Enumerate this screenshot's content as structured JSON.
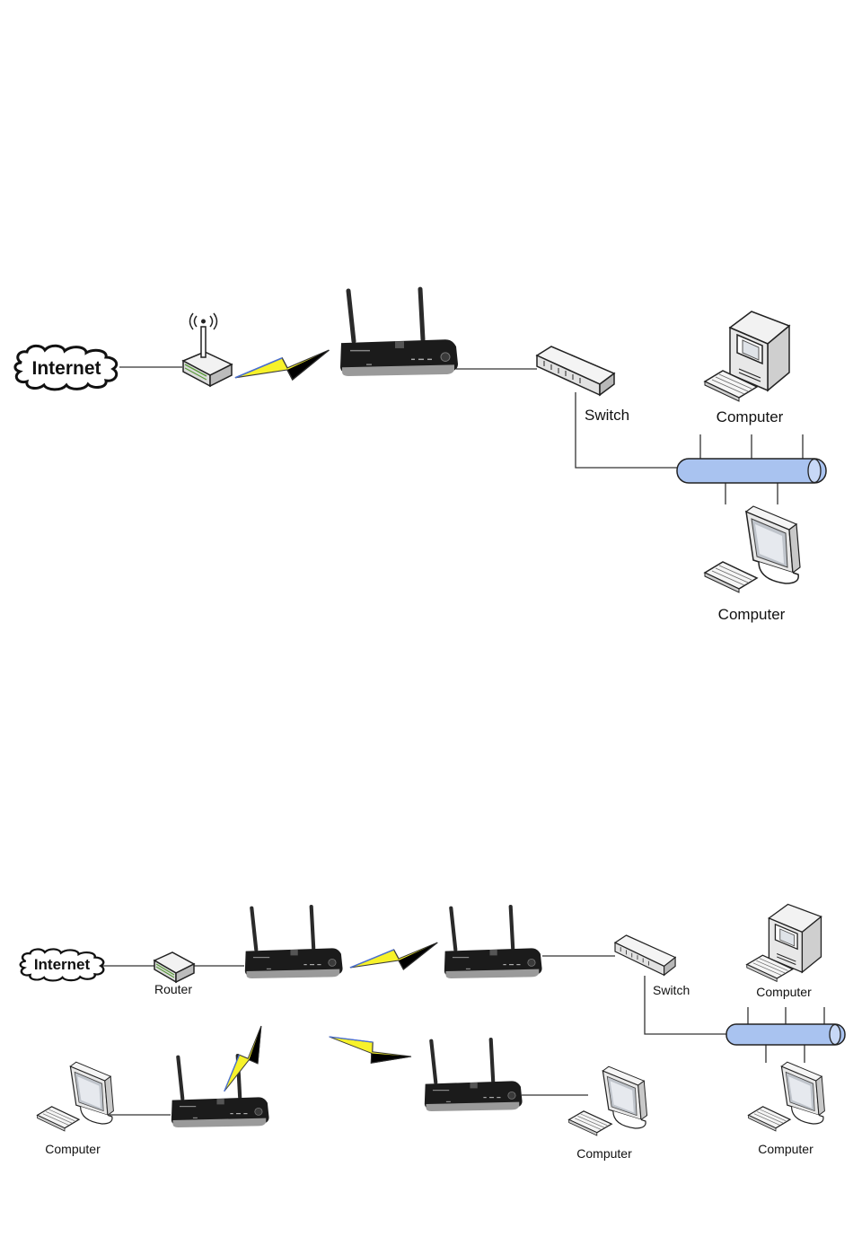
{
  "diagram1": {
    "internet_label": "Internet",
    "switch_label": "Switch",
    "computer_top_label": "Computer",
    "computer_bottom_label": "Computer"
  },
  "diagram2": {
    "internet_label": "Internet",
    "router_label": "Router",
    "switch_label": "Switch",
    "computer_top_right_label": "Computer",
    "computer_bottom_right_label": "Computer",
    "computer_left_label": "Computer",
    "computer_middle_label": "Computer"
  },
  "colors": {
    "bus_fill": "#a9c3f0",
    "lightning_fill": "#f7f22a",
    "device_dark": "#1c1c1c",
    "line": "#333333"
  }
}
